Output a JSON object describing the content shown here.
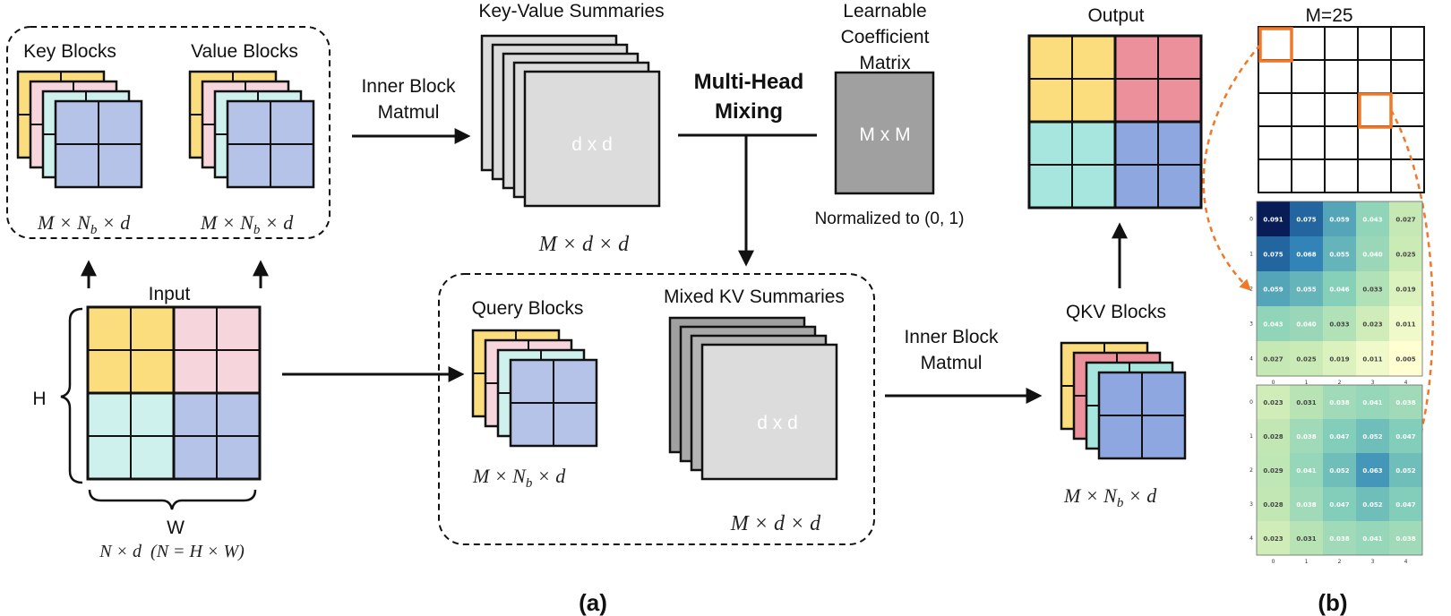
{
  "labels": {
    "key_blocks": "Key Blocks",
    "value_blocks": "Value Blocks",
    "key_dim": "M × N",
    "value_dim": "M × N",
    "input": "Input",
    "h": "H",
    "w": "W",
    "input_dim": "N × d  (N = H × W)",
    "inner_matmul_1_line1": "Inner Block",
    "inner_matmul_1_line2": "Matmul",
    "kv_summaries": "Key-Value Summaries",
    "kv_inner": "d x d",
    "kv_dim": "M × d × d",
    "multi_head_line1": "Multi-Head",
    "multi_head_line2": "Mixing",
    "coef_line1": "Learnable",
    "coef_line2": "Coefficient",
    "coef_line3": "Matrix",
    "coef_inner": "M x M",
    "coef_norm": "Normalized to (0, 1)",
    "query_blocks": "Query Blocks",
    "query_dim": "M × N",
    "mixed_kv": "Mixed KV Summaries",
    "mixed_inner": "d x d",
    "mixed_dim": "M × d × d",
    "inner_matmul_2_line1": "Inner Block",
    "inner_matmul_2_line2": "Matmul",
    "output": "Output",
    "qkv_blocks": "QKV Blocks",
    "qkv_dim": "M × N",
    "m25": "M=25",
    "sub": "b",
    "sub_d": " × d",
    "panel_a": "(a)",
    "panel_b": "(b)"
  },
  "colors": {
    "yellow": "#FBDD7E",
    "pink": "#F7D5DD",
    "cyan": "#CFF1EE",
    "blue": "#B5C3E8",
    "out_pink": "#EC909C",
    "out_cyan": "#A7E6DE",
    "out_blue": "#8FA7E0",
    "gray_light": "#DCDCDC",
    "gray_dark": "#A0A0A0",
    "orange": "#F07828"
  },
  "heatmap_1": {
    "values": [
      [
        0.091,
        0.075,
        0.059,
        0.043,
        0.027
      ],
      [
        0.075,
        0.068,
        0.055,
        0.04,
        0.025
      ],
      [
        0.059,
        0.055,
        0.046,
        0.033,
        0.019
      ],
      [
        0.043,
        0.04,
        0.033,
        0.023,
        0.011
      ],
      [
        0.027,
        0.025,
        0.019,
        0.011,
        0.005
      ]
    ],
    "ticks": [
      "0",
      "1",
      "2",
      "3",
      "4"
    ]
  },
  "heatmap_2": {
    "values": [
      [
        0.023,
        0.031,
        0.038,
        0.041,
        0.038
      ],
      [
        0.028,
        0.038,
        0.047,
        0.052,
        0.047
      ],
      [
        0.029,
        0.041,
        0.052,
        0.063,
        0.052
      ],
      [
        0.028,
        0.038,
        0.047,
        0.052,
        0.047
      ],
      [
        0.023,
        0.031,
        0.038,
        0.041,
        0.038
      ]
    ],
    "ticks": [
      "0",
      "1",
      "2",
      "3",
      "4"
    ]
  }
}
